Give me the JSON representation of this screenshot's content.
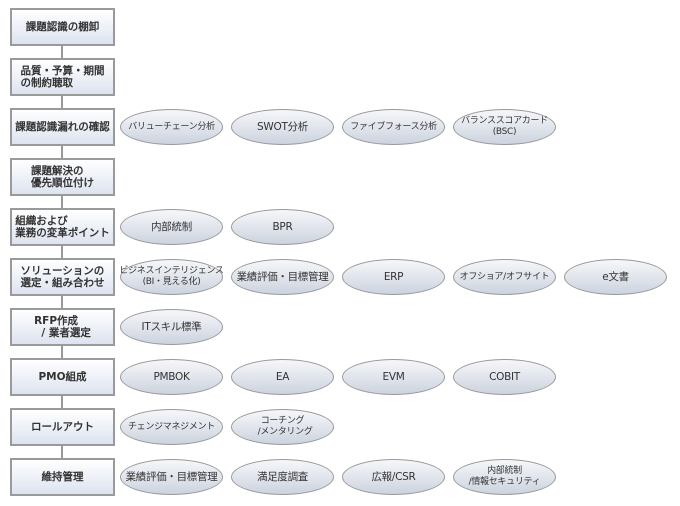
{
  "steps": [
    {
      "label": "課題認識の棚卸",
      "tools": []
    },
    {
      "label": "品質・予算・期間\nの制約聴取",
      "tools": []
    },
    {
      "label": "課題認識漏れの確認",
      "tools": [
        "バリューチェーン分析",
        "SWOT分析",
        "ファイブフォース分析",
        "バランススコアカード\n(BSC)"
      ]
    },
    {
      "label": "課題解決の\n優先順位付け",
      "tools": []
    },
    {
      "label": "組織および\n業務の変革ポイント",
      "tools": [
        "内部統制",
        "BPR"
      ]
    },
    {
      "label": "ソリューションの\n選定・組み合わせ",
      "tools": [
        "ビジネスインテリジェンス\n(BI・見える化)",
        "業績評価・目標管理",
        "ERP",
        "オフショア/オフサイト",
        "e文書"
      ]
    },
    {
      "label": "RFP作成\n  / 業者選定",
      "tools": [
        "ITスキル標準"
      ]
    },
    {
      "label": "PMO組成",
      "tools": [
        "PMBOK",
        "EA",
        "EVM",
        "COBIT"
      ]
    },
    {
      "label": "ロールアウト",
      "tools": [
        "チェンジマネジメント",
        "コーチング\n  /メンタリング"
      ]
    },
    {
      "label": "維持管理",
      "tools": [
        "業績評価・目標管理",
        "満足度調査",
        "広報/CSR",
        "内部統制\n/情報セキュリティ"
      ]
    }
  ]
}
